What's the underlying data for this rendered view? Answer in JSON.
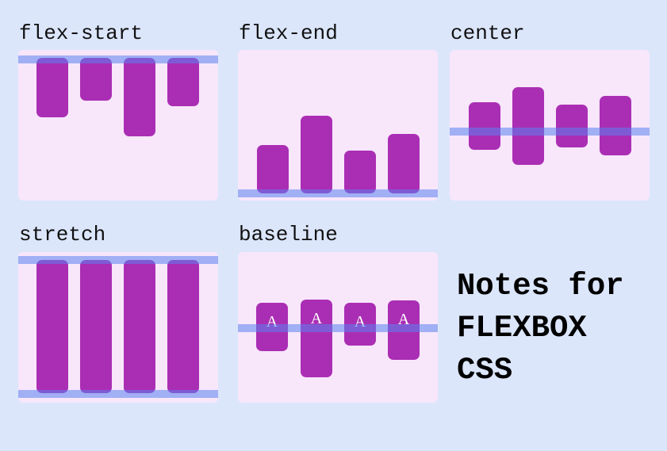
{
  "panels": {
    "flex_start": {
      "label": "flex-start"
    },
    "flex_end": {
      "label": "flex-end"
    },
    "center": {
      "label": "center"
    },
    "stretch": {
      "label": "stretch"
    },
    "baseline": {
      "label": "baseline",
      "box_text": [
        "A",
        "A",
        "A",
        "A"
      ]
    }
  },
  "title": {
    "line1": "Notes for",
    "line2": "FLEXBOX",
    "line3": "CSS"
  },
  "colors": {
    "background": "#dce6fb",
    "panel": "#f8e6fb",
    "box": "#aa2eb4",
    "axis_line": "#5a82f0"
  }
}
